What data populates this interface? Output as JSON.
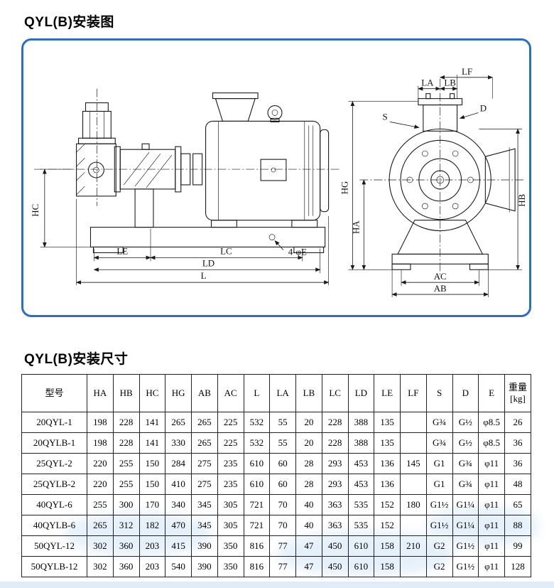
{
  "titles": {
    "diagram": "QYL(B)安装图",
    "table": "QYL(B)安装尺寸"
  },
  "colors": {
    "panel_border": "#2e6fb7",
    "drawing_line": "#1a1a1a",
    "table_border": "#222222",
    "watermark_blue": "#cfe3f6"
  },
  "diagram_labels": {
    "hc": "HC",
    "le": "LE",
    "lc": "LC",
    "ld": "LD",
    "l": "L",
    "hole": "4-φE",
    "lf": "LF",
    "la": "LA",
    "lb": "LB",
    "d": "D",
    "s": "S",
    "hg": "HG",
    "ha": "HA",
    "hb": "HB",
    "ac": "AC",
    "ab": "AB"
  },
  "table": {
    "headers": [
      "型号",
      "HA",
      "HB",
      "HC",
      "HG",
      "AB",
      "AC",
      "L",
      "LA",
      "LB",
      "LC",
      "LD",
      "LE",
      "LF",
      "S",
      "D",
      "E",
      "重量\n[kg]"
    ],
    "rows": [
      {
        "model": "20QYL-1",
        "values": [
          "198",
          "228",
          "141",
          "265",
          "265",
          "225",
          "532",
          "55",
          "20",
          "228",
          "388",
          "135",
          "",
          "G¾",
          "G½",
          "φ8.5",
          "26"
        ]
      },
      {
        "model": "20QYLB-1",
        "values": [
          "198",
          "228",
          "141",
          "330",
          "265",
          "225",
          "532",
          "55",
          "20",
          "228",
          "388",
          "135",
          "",
          "G¾",
          "G½",
          "φ8.5",
          "36"
        ]
      },
      {
        "model": "25QYL-2",
        "values": [
          "220",
          "255",
          "150",
          "284",
          "275",
          "235",
          "610",
          "60",
          "28",
          "293",
          "453",
          "136",
          "145",
          "G1",
          "G¾",
          "φ11",
          "36"
        ]
      },
      {
        "model": "25QYLB-2",
        "values": [
          "220",
          "255",
          "150",
          "410",
          "275",
          "235",
          "610",
          "60",
          "28",
          "293",
          "453",
          "136",
          "",
          "G1",
          "G¾",
          "φ11",
          "48"
        ]
      },
      {
        "model": "40QYL-6",
        "values": [
          "255",
          "300",
          "170",
          "340",
          "345",
          "305",
          "721",
          "70",
          "40",
          "363",
          "535",
          "152",
          "180",
          "G1½",
          "G1¼",
          "φ11",
          "65"
        ]
      },
      {
        "model": "40QYLB-6",
        "values": [
          "265",
          "312",
          "182",
          "470",
          "345",
          "305",
          "721",
          "70",
          "40",
          "363",
          "535",
          "152",
          "",
          "G1½",
          "G1¼",
          "φ11",
          "88"
        ]
      },
      {
        "model": "50QYL-12",
        "values": [
          "302",
          "360",
          "203",
          "415",
          "390",
          "350",
          "816",
          "77",
          "47",
          "450",
          "610",
          "158",
          "210",
          "G2",
          "G1½",
          "φ11",
          "99"
        ]
      },
      {
        "model": "50QYLB-12",
        "values": [
          "302",
          "360",
          "203",
          "540",
          "390",
          "350",
          "816",
          "77",
          "47",
          "450",
          "610",
          "158",
          "",
          "G2",
          "G1½",
          "φ11",
          "128"
        ]
      }
    ]
  }
}
